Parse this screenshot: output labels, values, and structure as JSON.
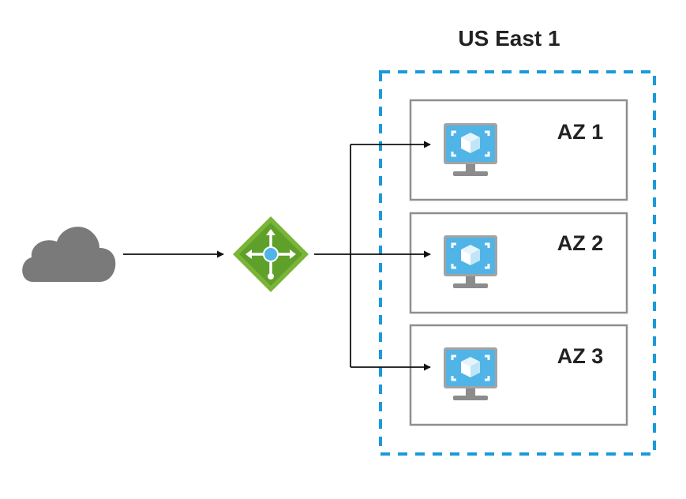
{
  "region": {
    "title": "US East 1",
    "border_color": "#1a9ad9"
  },
  "zones": [
    {
      "label": "AZ 1"
    },
    {
      "label": "AZ 2"
    },
    {
      "label": "AZ 3"
    }
  ],
  "icons": {
    "internet": "cloud-icon",
    "load_balancer": "load-balancer-icon",
    "vm": "virtual-machine-icon"
  },
  "colors": {
    "cloud": "#7a7a7a",
    "load_balancer": "#7ab538",
    "vm_screen": "#50b4e6",
    "arrow": "#111111"
  }
}
